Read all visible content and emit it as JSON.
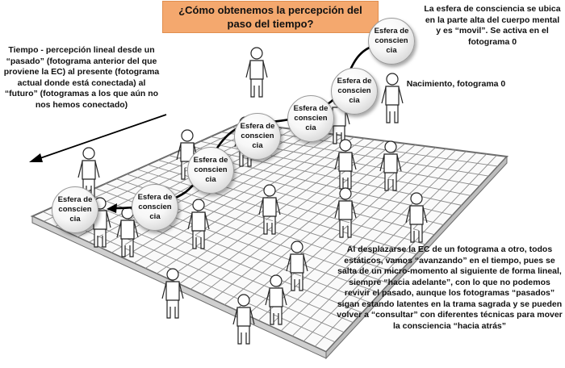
{
  "title": "¿Cómo obtenemos la percepción del paso del tiempo?",
  "notes": {
    "left": "Tiempo - percepción lineal desde un “pasado” (fotograma anterior del que proviene la EC) al presente (fotograma actual donde está conectada) al “futuro” (fotogramas a los que aún no nos hemos conectado)",
    "top_right": "La esfera de consciencia se ubica en la parte alta del cuerpo mental y es “movil”. Se activa en el fotograma 0",
    "birth": "Nacimiento, fotograma 0",
    "bottom": "Al desplazarse la EC de un fotograma a otro, todos estáticos, vamos “avanzando” en el tiempo, pues se salta de un micro-momento al siguiente de forma lineal, siempre “hacia adelante”, con lo que no podemos revivir el pasado, aunque los fotogramas “pasados” sigan estando latentes en la trama sagrada y se pueden volver a “consultar” con diferentes técnicas para mover la consciencia “hacia atrás”"
  },
  "sphere_label": {
    "line1": "Esfera de",
    "line2": "conscien",
    "line3": "cia"
  },
  "colors": {
    "title_bg": "#f4a86e",
    "grid": "#8a8a8a",
    "sphere": "#f2f2f2",
    "path": "#000000"
  }
}
